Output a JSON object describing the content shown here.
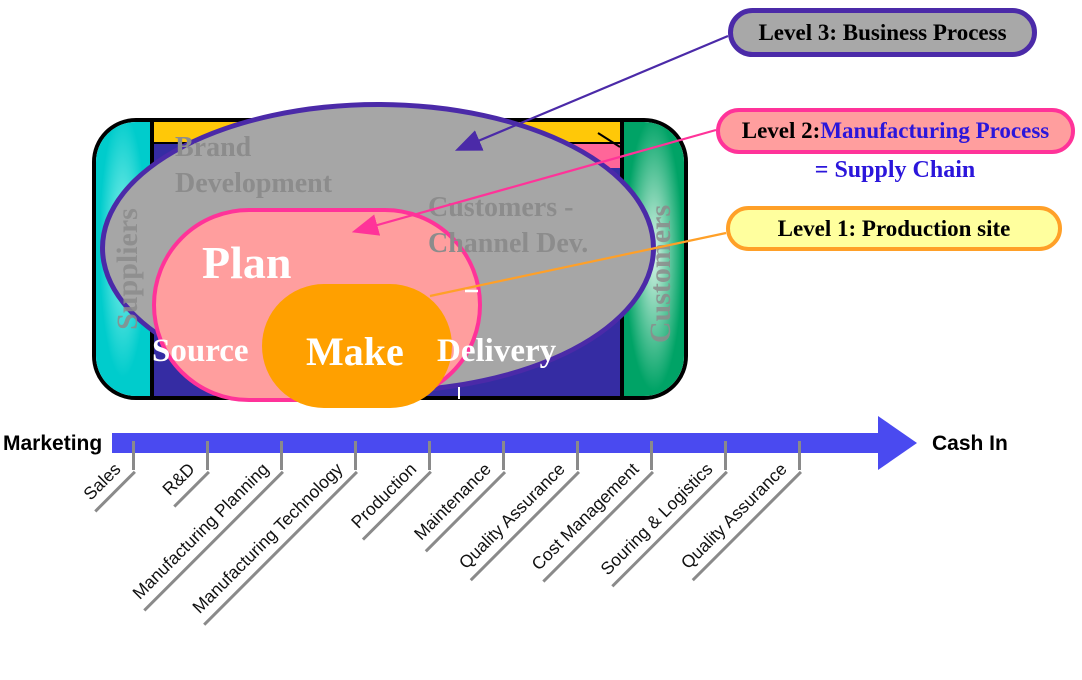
{
  "diagram": {
    "frame_labels": {
      "suppliers": "Suppliers",
      "customers": "Customers"
    },
    "gray_texts": {
      "brand_line1": "Brand",
      "brand_line2": "Development",
      "channel_line1": "Customers -",
      "channel_line2": "Channel Dev."
    },
    "process_labels": {
      "plan": "Plan",
      "source": "Source",
      "make": "Make",
      "delivery": "Delivery"
    }
  },
  "legend": {
    "level3_label": "Level 3: Business Process",
    "level2_prefix": "Level 2: ",
    "level2_highlight": "Manufacturing Process",
    "level2_subtitle": "= Supply Chain",
    "level1_label": "Level 1: Production site"
  },
  "timeline": {
    "start_label": "Marketing",
    "end_label": "Cash In",
    "milestones": [
      "Sales",
      "R&D",
      "Manufacturing Planning",
      "Manufacturing Technology",
      "Production",
      "Maintenance",
      "Quality Assurance",
      "Cost Management",
      "Souring & Logistics",
      "Quality Assurance"
    ]
  },
  "colors": {
    "frame_border": "#000000",
    "suppliers_band": "#00CCCC",
    "customers_band": "#00A366",
    "middle_band": "#352CA3",
    "top_strip": "#FFC808",
    "business_process_fill": "#A6A6A6",
    "business_process_border": "#4B2AA8",
    "supply_chain_fill": "#FF9E9E",
    "supply_chain_border": "#FF3399",
    "make_fill": "#FFA000",
    "level1_fill": "#FFFF9E",
    "level1_border": "#FFA028",
    "blue_text": "#2B16DB",
    "timeline_arrow": "#4A4AF0"
  }
}
